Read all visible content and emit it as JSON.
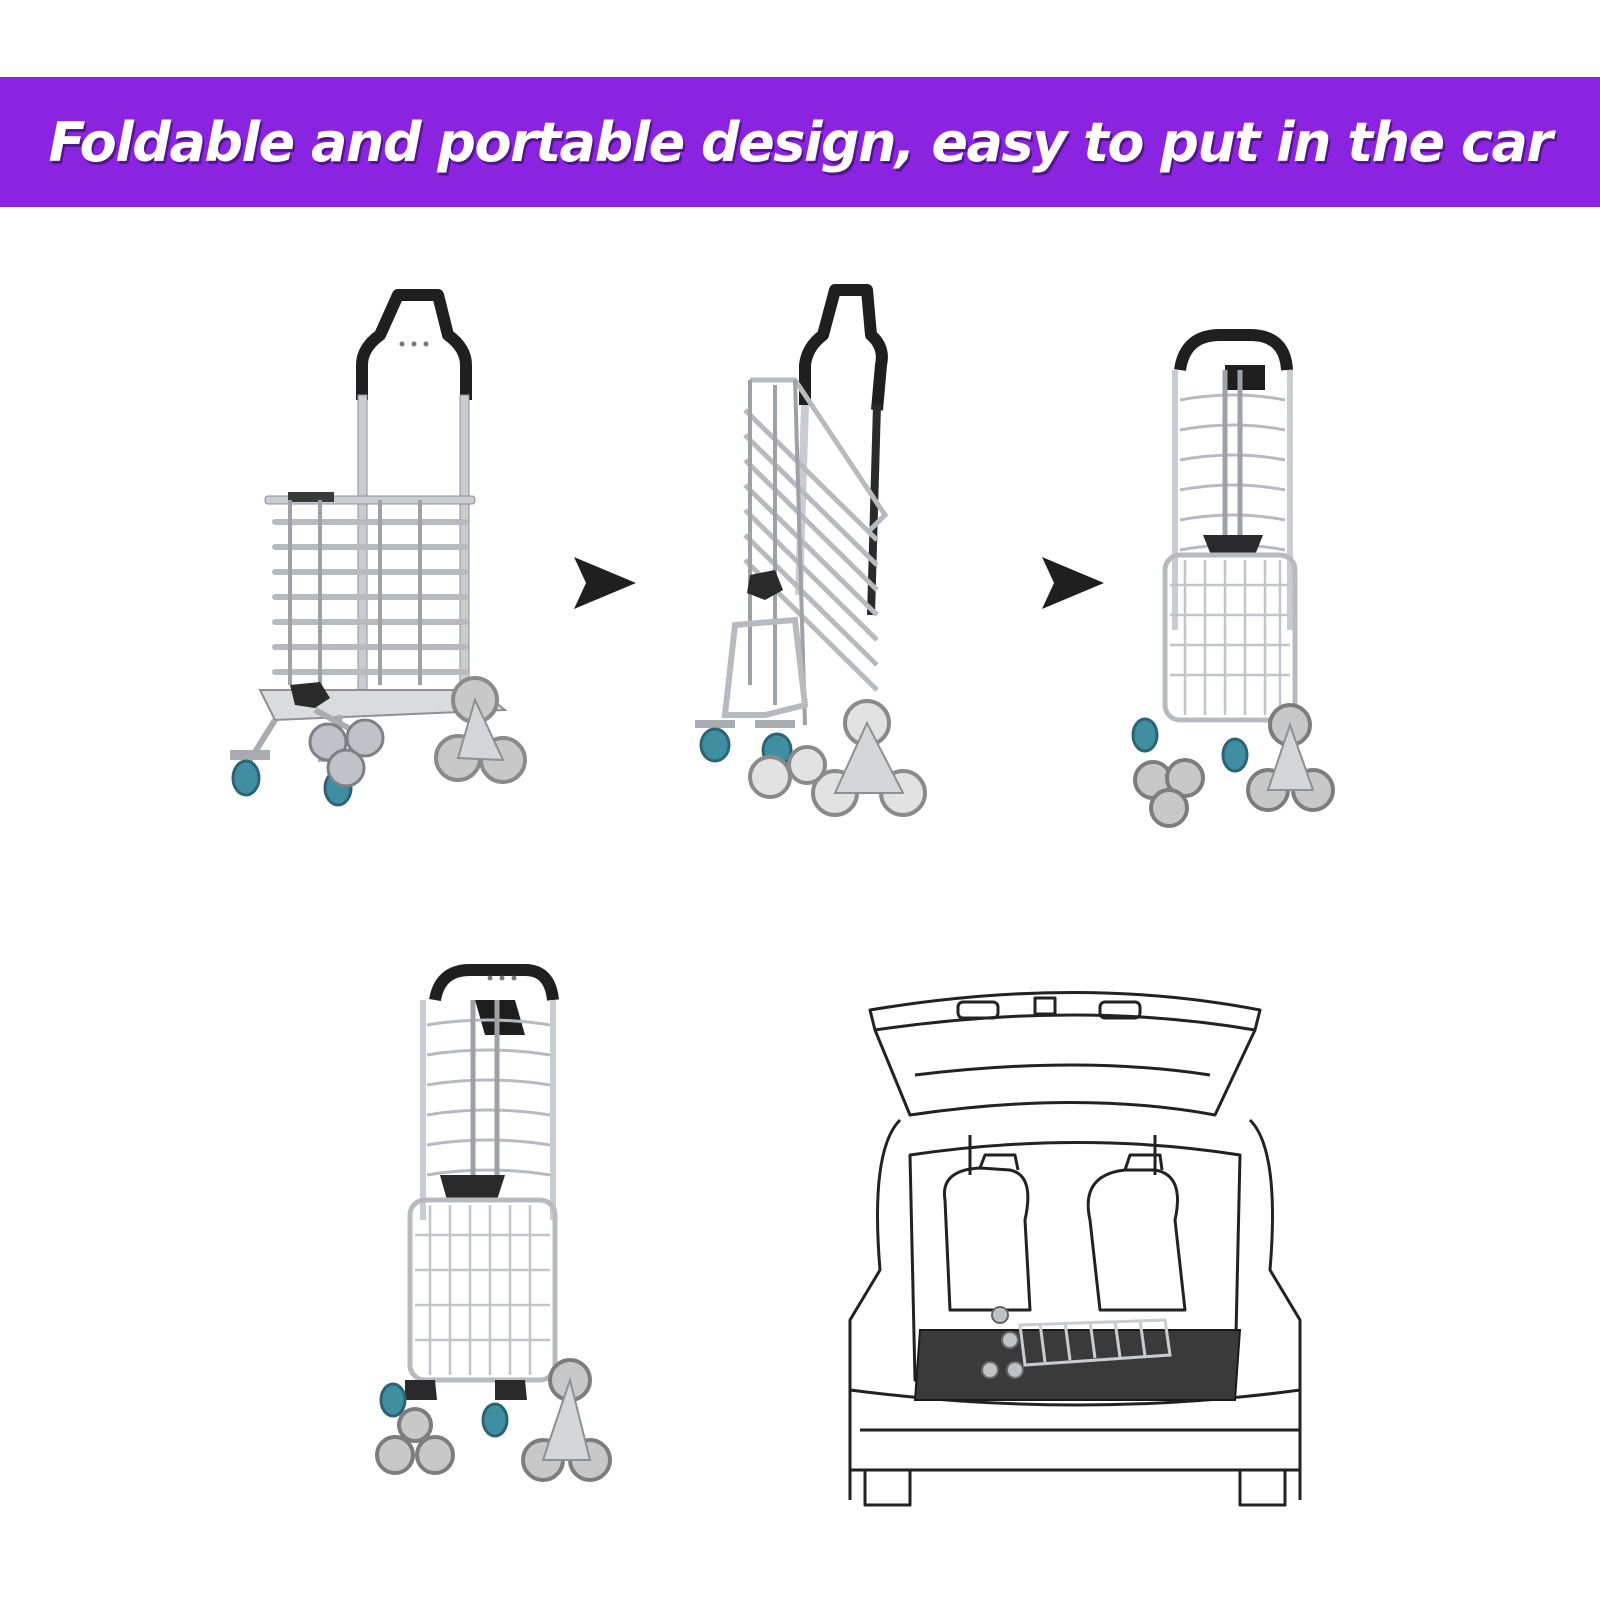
{
  "banner": {
    "text": "Foldable and portable design, easy to put in the car",
    "color": "#8a24e0",
    "text_color": "#ffffff"
  },
  "steps": [
    {
      "name": "cart-unfolded"
    },
    {
      "name": "cart-folding"
    },
    {
      "name": "cart-folded-front"
    },
    {
      "name": "cart-folded-standing"
    },
    {
      "name": "car-trunk-with-cart"
    }
  ],
  "arrows": [
    "arrow-right-icon",
    "arrow-right-icon"
  ],
  "colors": {
    "frame": "#c9ccd1",
    "frame_dark": "#8d9095",
    "handle": "#1f1f1f",
    "caster": "#3f8ea2",
    "tire": "#9a9a9a",
    "trunk_mat": "#3a3a3a",
    "outline": "#222222"
  }
}
